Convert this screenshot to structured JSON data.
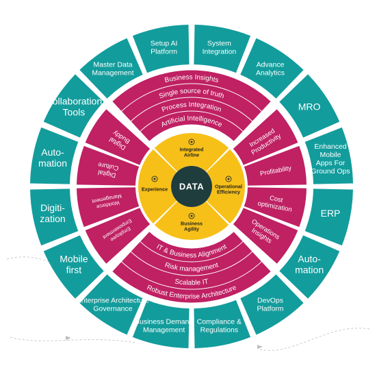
{
  "colors": {
    "teal": "#139c9c",
    "magenta": "#bf2163",
    "yellow": "#f7c019",
    "core": "#1f3d3c",
    "divider": "#ffffff"
  },
  "center": {
    "label": "DATA"
  },
  "hub": [
    {
      "label": "Integrated Airline",
      "icon": "airplane-icon"
    },
    {
      "label": "Operational Efficiency",
      "icon": "gear-icon"
    },
    {
      "label": "Business Agility",
      "icon": "network-icon"
    },
    {
      "label": "Experience",
      "icon": "people-icon"
    }
  ],
  "top_arcs": [
    "Business Insights",
    "Single source of truth",
    "Process Integration",
    "Artificial Intelligence"
  ],
  "bottom_arcs": [
    "IT & Business Alignment",
    "Risk management",
    "Scalable IT",
    "Robust Enterprise Architecture"
  ],
  "left_mid": [
    "Employee Empowerment",
    "Workforce Management",
    "Digital Culture",
    "Digital Buddy"
  ],
  "right_mid": [
    "Increased Productivity",
    "Profitability",
    "Cost optimization",
    "Operations Insights"
  ],
  "outer_top": [
    "Master Data Management",
    "Setup AI Platform",
    "System Integration",
    "Advance Analytics"
  ],
  "outer_right": [
    "MRO",
    "Enhanced Mobile Apps For Ground Ops",
    "ERP",
    "Auto-mation"
  ],
  "outer_bottom": [
    "DevOps Platform",
    "Compliance & Regulations",
    "Business Demand Management",
    "Enterprise Architecture Governance"
  ],
  "outer_left": [
    "Mobile first",
    "Digiti-zation",
    "Auto-mation",
    "Collaboration Tools"
  ]
}
